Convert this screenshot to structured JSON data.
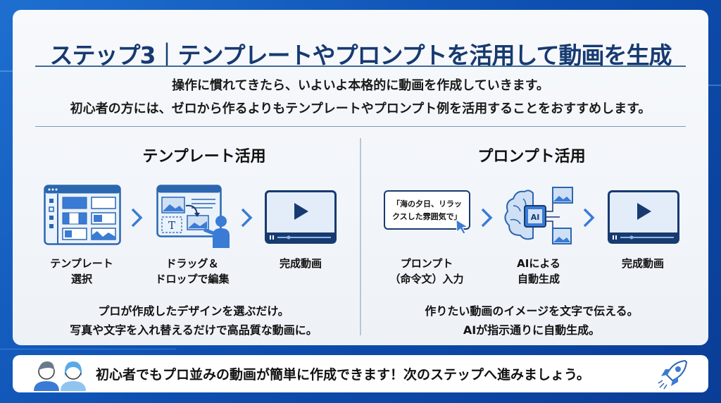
{
  "title": "ステップ3｜テンプレートやプロンプトを活用して動画を生成",
  "intro": [
    "操作に慣れてきたら、いよいよ本格的に動画を作成していきます。",
    "初心者の方には、ゼロから作るよりもテンプレートやプロンプト例を活用することをおすすめします。"
  ],
  "template": {
    "heading": "テンプレート活用",
    "steps": [
      {
        "line1": "テンプレート",
        "line2": "選択"
      },
      {
        "line1": "ドラッグ＆",
        "line2": "ドロップで編集"
      },
      {
        "line1": "完成動画",
        "line2": ""
      }
    ],
    "desc": [
      "プロが作成したデザインを選ぶだけ。",
      "写真や文字を入れ替えるだけで高品質な動画に。"
    ],
    "drag_text_glyph": "T"
  },
  "prompt": {
    "heading": "プロンプト活用",
    "prompt_box": [
      "「海の夕日、リラッ",
      "クスした雰囲気で」"
    ],
    "ai_chip": "AI",
    "steps": [
      {
        "line1": "プロンプト",
        "line2": "（命令文）入力"
      },
      {
        "line1": "AIによる",
        "line2": "自動生成"
      },
      {
        "line1": "完成動画",
        "line2": ""
      }
    ],
    "desc": [
      "作りたい動画のイメージを文字で伝える。",
      "AIが指示通りに自動生成。"
    ]
  },
  "footer": {
    "message": "初心者でもプロ並みの動画が簡単に作成できます！次のステップへ進みましょう。"
  },
  "colors": {
    "navy": "#173a70",
    "accent": "#3a7bd5",
    "light": "#cfe0f5"
  }
}
